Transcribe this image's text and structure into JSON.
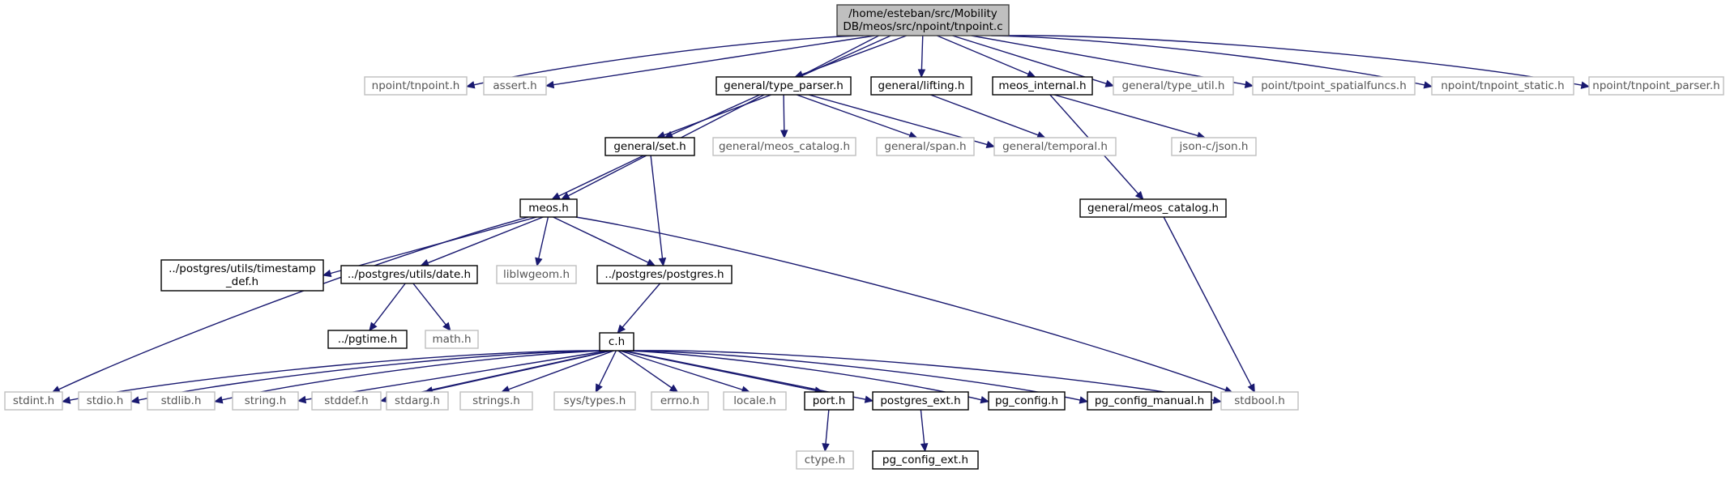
{
  "graph": {
    "kind": "include dependency graph",
    "colors": {
      "edge": "#191970",
      "root_fill": "#bfbfbf",
      "doc_border": "#000000",
      "ext_border": "#bfbfbf"
    },
    "nodes": [
      {
        "id": "root",
        "lines": [
          "/home/esteban/src/Mobility",
          "DB/meos/src/npoint/tnpoint.c"
        ],
        "kind": "root"
      },
      {
        "id": "npoint_tnpoint_h",
        "lines": [
          "npoint/tnpoint.h"
        ],
        "kind": "ext"
      },
      {
        "id": "assert_h",
        "lines": [
          "assert.h"
        ],
        "kind": "ext"
      },
      {
        "id": "type_parser_h",
        "lines": [
          "general/type_parser.h"
        ],
        "kind": "doc"
      },
      {
        "id": "lifting_h",
        "lines": [
          "general/lifting.h"
        ],
        "kind": "doc"
      },
      {
        "id": "meos_internal_h",
        "lines": [
          "meos_internal.h"
        ],
        "kind": "doc"
      },
      {
        "id": "type_util_h",
        "lines": [
          "general/type_util.h"
        ],
        "kind": "ext"
      },
      {
        "id": "tpoint_spatialfuncs_h",
        "lines": [
          "point/tpoint_spatialfuncs.h"
        ],
        "kind": "ext"
      },
      {
        "id": "tnpoint_static_h",
        "lines": [
          "npoint/tnpoint_static.h"
        ],
        "kind": "ext"
      },
      {
        "id": "tnpoint_parser_h",
        "lines": [
          "npoint/tnpoint_parser.h"
        ],
        "kind": "ext"
      },
      {
        "id": "set_h",
        "lines": [
          "general/set.h"
        ],
        "kind": "doc"
      },
      {
        "id": "meos_catalog_h_ext",
        "lines": [
          "general/meos_catalog.h"
        ],
        "kind": "ext"
      },
      {
        "id": "span_h",
        "lines": [
          "general/span.h"
        ],
        "kind": "ext"
      },
      {
        "id": "temporal_h",
        "lines": [
          "general/temporal.h"
        ],
        "kind": "ext"
      },
      {
        "id": "json_h",
        "lines": [
          "json-c/json.h"
        ],
        "kind": "ext"
      },
      {
        "id": "meos_h",
        "lines": [
          "meos.h"
        ],
        "kind": "doc"
      },
      {
        "id": "meos_catalog_h_doc",
        "lines": [
          "general/meos_catalog.h"
        ],
        "kind": "doc"
      },
      {
        "id": "timestamp_def_h",
        "lines": [
          "../postgres/utils/timestamp",
          "_def.h"
        ],
        "kind": "doc"
      },
      {
        "id": "date_h",
        "lines": [
          "../postgres/utils/date.h"
        ],
        "kind": "doc"
      },
      {
        "id": "liblwgeom_h",
        "lines": [
          "liblwgeom.h"
        ],
        "kind": "ext"
      },
      {
        "id": "postgres_h",
        "lines": [
          "../postgres/postgres.h"
        ],
        "kind": "doc"
      },
      {
        "id": "pgtime_h",
        "lines": [
          "../pgtime.h"
        ],
        "kind": "doc"
      },
      {
        "id": "math_h",
        "lines": [
          "math.h"
        ],
        "kind": "ext"
      },
      {
        "id": "c_h",
        "lines": [
          "c.h"
        ],
        "kind": "doc"
      },
      {
        "id": "stdint_h",
        "lines": [
          "stdint.h"
        ],
        "kind": "ext"
      },
      {
        "id": "stdio_h",
        "lines": [
          "stdio.h"
        ],
        "kind": "ext"
      },
      {
        "id": "stdlib_h",
        "lines": [
          "stdlib.h"
        ],
        "kind": "ext"
      },
      {
        "id": "string_h",
        "lines": [
          "string.h"
        ],
        "kind": "ext"
      },
      {
        "id": "stddef_h",
        "lines": [
          "stddef.h"
        ],
        "kind": "ext"
      },
      {
        "id": "stdarg_h",
        "lines": [
          "stdarg.h"
        ],
        "kind": "ext"
      },
      {
        "id": "strings_h",
        "lines": [
          "strings.h"
        ],
        "kind": "ext"
      },
      {
        "id": "sys_types_h",
        "lines": [
          "sys/types.h"
        ],
        "kind": "ext"
      },
      {
        "id": "errno_h",
        "lines": [
          "errno.h"
        ],
        "kind": "ext"
      },
      {
        "id": "locale_h",
        "lines": [
          "locale.h"
        ],
        "kind": "ext"
      },
      {
        "id": "port_h",
        "lines": [
          "port.h"
        ],
        "kind": "doc"
      },
      {
        "id": "postgres_ext_h",
        "lines": [
          "postgres_ext.h"
        ],
        "kind": "doc"
      },
      {
        "id": "pg_config_h",
        "lines": [
          "pg_config.h"
        ],
        "kind": "doc"
      },
      {
        "id": "pg_config_manual_h",
        "lines": [
          "pg_config_manual.h"
        ],
        "kind": "doc"
      },
      {
        "id": "stdbool_h",
        "lines": [
          "stdbool.h"
        ],
        "kind": "ext"
      },
      {
        "id": "ctype_h",
        "lines": [
          "ctype.h"
        ],
        "kind": "ext"
      },
      {
        "id": "pg_config_ext_h",
        "lines": [
          "pg_config_ext.h"
        ],
        "kind": "doc"
      }
    ],
    "edges": [
      [
        "root",
        "npoint_tnpoint_h"
      ],
      [
        "root",
        "assert_h"
      ],
      [
        "root",
        "type_parser_h"
      ],
      [
        "root",
        "lifting_h"
      ],
      [
        "root",
        "meos_internal_h"
      ],
      [
        "root",
        "type_util_h"
      ],
      [
        "root",
        "tpoint_spatialfuncs_h"
      ],
      [
        "root",
        "tnpoint_static_h"
      ],
      [
        "root",
        "tnpoint_parser_h"
      ],
      [
        "root",
        "set_h"
      ],
      [
        "root",
        "meos_h"
      ],
      [
        "type_parser_h",
        "set_h"
      ],
      [
        "type_parser_h",
        "meos_catalog_h_ext"
      ],
      [
        "type_parser_h",
        "span_h"
      ],
      [
        "type_parser_h",
        "temporal_h"
      ],
      [
        "lifting_h",
        "temporal_h"
      ],
      [
        "meos_internal_h",
        "json_h"
      ],
      [
        "meos_internal_h",
        "meos_catalog_h_doc"
      ],
      [
        "set_h",
        "meos_h"
      ],
      [
        "set_h",
        "postgres_h"
      ],
      [
        "meos_h",
        "stdint_h"
      ],
      [
        "meos_h",
        "timestamp_def_h"
      ],
      [
        "meos_h",
        "date_h"
      ],
      [
        "meos_h",
        "liblwgeom_h"
      ],
      [
        "meos_h",
        "postgres_h"
      ],
      [
        "meos_h",
        "stdbool_h"
      ],
      [
        "meos_catalog_h_doc",
        "stdbool_h"
      ],
      [
        "date_h",
        "pgtime_h"
      ],
      [
        "date_h",
        "math_h"
      ],
      [
        "postgres_h",
        "c_h"
      ],
      [
        "c_h",
        "stdint_h"
      ],
      [
        "c_h",
        "stdio_h"
      ],
      [
        "c_h",
        "stdlib_h"
      ],
      [
        "c_h",
        "string_h"
      ],
      [
        "c_h",
        "stddef_h"
      ],
      [
        "c_h",
        "stdarg_h"
      ],
      [
        "c_h",
        "strings_h"
      ],
      [
        "c_h",
        "sys_types_h"
      ],
      [
        "c_h",
        "errno_h"
      ],
      [
        "c_h",
        "locale_h"
      ],
      [
        "c_h",
        "port_h"
      ],
      [
        "c_h",
        "postgres_ext_h"
      ],
      [
        "c_h",
        "pg_config_h"
      ],
      [
        "c_h",
        "pg_config_manual_h"
      ],
      [
        "c_h",
        "stdbool_h"
      ],
      [
        "port_h",
        "ctype_h"
      ],
      [
        "postgres_ext_h",
        "pg_config_ext_h"
      ]
    ]
  }
}
